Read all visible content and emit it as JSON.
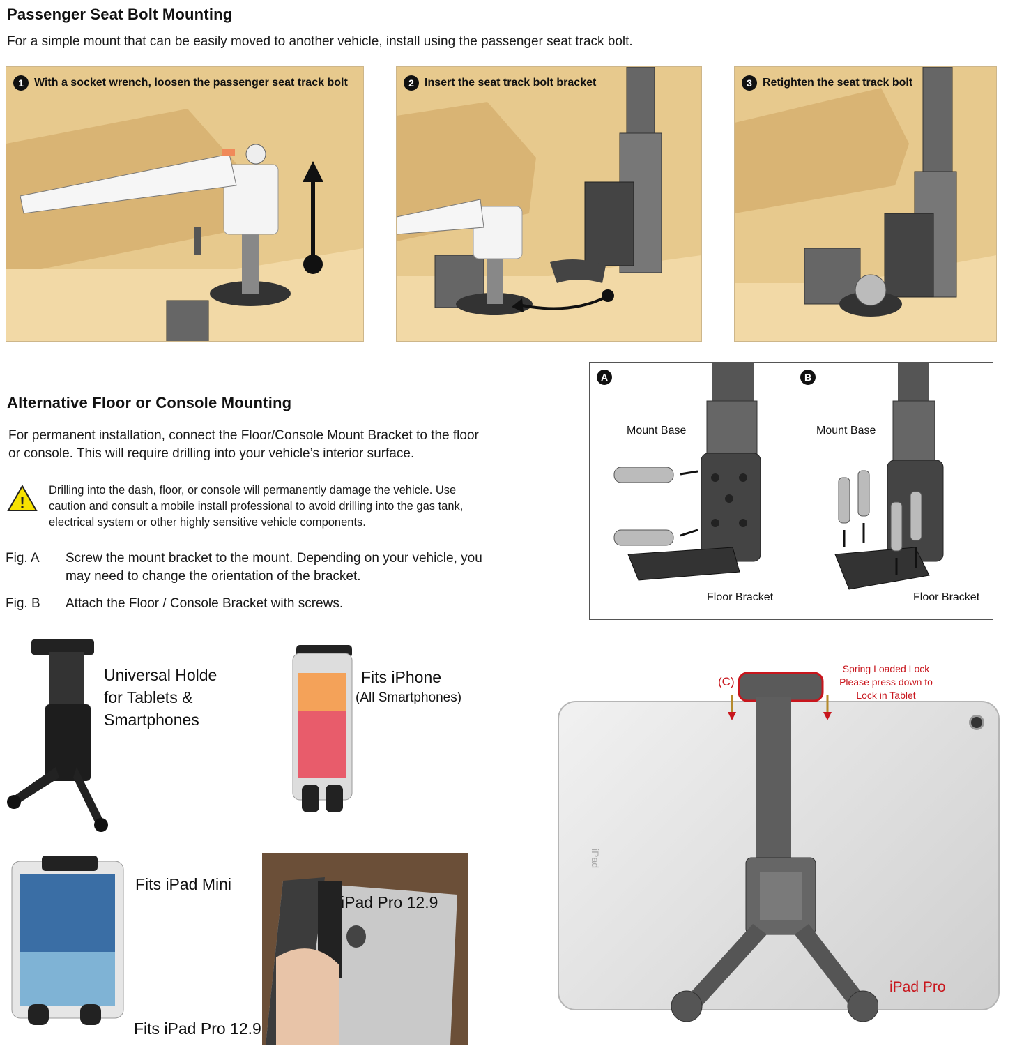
{
  "section1": {
    "title": "Passenger Seat Bolt Mounting",
    "intro": "For a simple mount that can be easily moved to another vehicle, install using the passenger seat track bolt.",
    "steps": [
      {
        "num": "1",
        "label": "With a socket wrench, loosen the passenger seat track bolt"
      },
      {
        "num": "2",
        "label": "Insert the seat track bolt bracket"
      },
      {
        "num": "3",
        "label": "Retighten the seat track bolt"
      }
    ]
  },
  "section2": {
    "title": "Alternative Floor or Console Mounting",
    "intro_line1": "For permanent installation, connect the Floor/Console Mount Bracket to the floor",
    "intro_line2": "or console. This will require drilling into your vehicle’s interior surface.",
    "warning_line1": "Drilling into the dash, floor, or console will permanently damage the vehicle. Use",
    "warning_line2": "caution and consult a mobile install professional to avoid drilling into the gas tank,",
    "warning_line3": "electrical system or other highly sensitive vehicle components.",
    "warning_symbol": "!",
    "figA_tag": "Fig. A",
    "figA_line1": "Screw the mount bracket to the mount. Depending on your vehicle, you",
    "figA_line2": "may need to change the orientation of the bracket.",
    "figB_tag": "Fig. B",
    "figB_text": "Attach the Floor / Console Bracket with screws."
  },
  "figures": {
    "a": {
      "badge": "A",
      "mount_base": "Mount Base",
      "floor_bracket": "Floor Bracket"
    },
    "b": {
      "badge": "B",
      "mount_base": "Mount Base",
      "floor_bracket": "Floor Bracket"
    }
  },
  "products": {
    "universal_line1": "Universal Holde",
    "universal_line2": "for Tablets &",
    "universal_line3": "Smartphones",
    "iphone_line1": "Fits iPhone",
    "iphone_line2": "(All Smartphones)",
    "ipad_mini": "Fits iPad Mini",
    "ipad_pro_bottom": "Fits iPad Pro 12.9",
    "ipad_pro_photo": "iPad Pro 12.9"
  },
  "tablet": {
    "lock_line1": "Spring Loaded Lock",
    "lock_line2": "Please press down to",
    "lock_line3": "Lock in Tablet",
    "c_label": "(C)",
    "brand": "iPad",
    "model_label": "iPad Pro"
  },
  "colors": {
    "panel_bg": "#f2d9a6",
    "accent_red": "#c8161d",
    "warning_yellow": "#f7e200"
  }
}
